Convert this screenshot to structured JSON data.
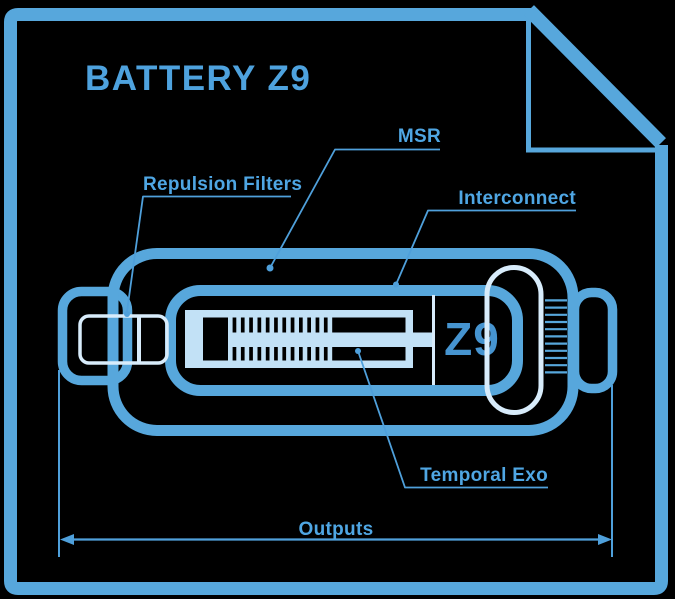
{
  "title": "BATTERY Z9",
  "battery": {
    "model_label": "Z9"
  },
  "callouts": {
    "msr": "MSR",
    "repulsion_filters": "Repulsion Filters",
    "interconnect": "Interconnect",
    "temporal_exo": "Temporal Exo"
  },
  "dimension": {
    "outputs_label": "Outputs"
  },
  "colors": {
    "background": "#000000",
    "outline_blue": "#57A7DC",
    "leader_blue": "#4FA0DB",
    "label_blue": "#4FA6E3",
    "title_blue": "#4EA2DE",
    "model_blue": "#4694D0",
    "light_fill": "#C2E1F6",
    "pale_stroke": "#D8ECFB"
  }
}
